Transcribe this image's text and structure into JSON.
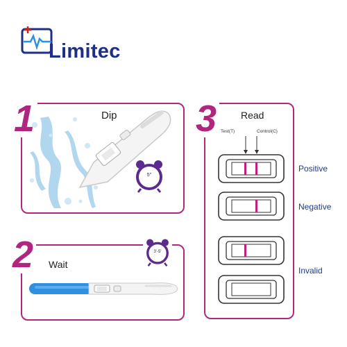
{
  "brand": {
    "name": "Limitec"
  },
  "steps": [
    {
      "number": "1",
      "label": "Dip",
      "timer": "5\""
    },
    {
      "number": "2",
      "label": "Wait",
      "timer": "3'-5'"
    },
    {
      "number": "3",
      "label": "Read"
    }
  ],
  "read": {
    "test_marker": "Test(T)",
    "control_marker": "Control(C)",
    "results": [
      "Positive",
      "Negative",
      "Invalid"
    ]
  },
  "colors": {
    "accent": "#b0267e",
    "brand": "#1e2f86",
    "cap_blue": "#2f8fe0",
    "result_text": "#1f3a8a"
  }
}
